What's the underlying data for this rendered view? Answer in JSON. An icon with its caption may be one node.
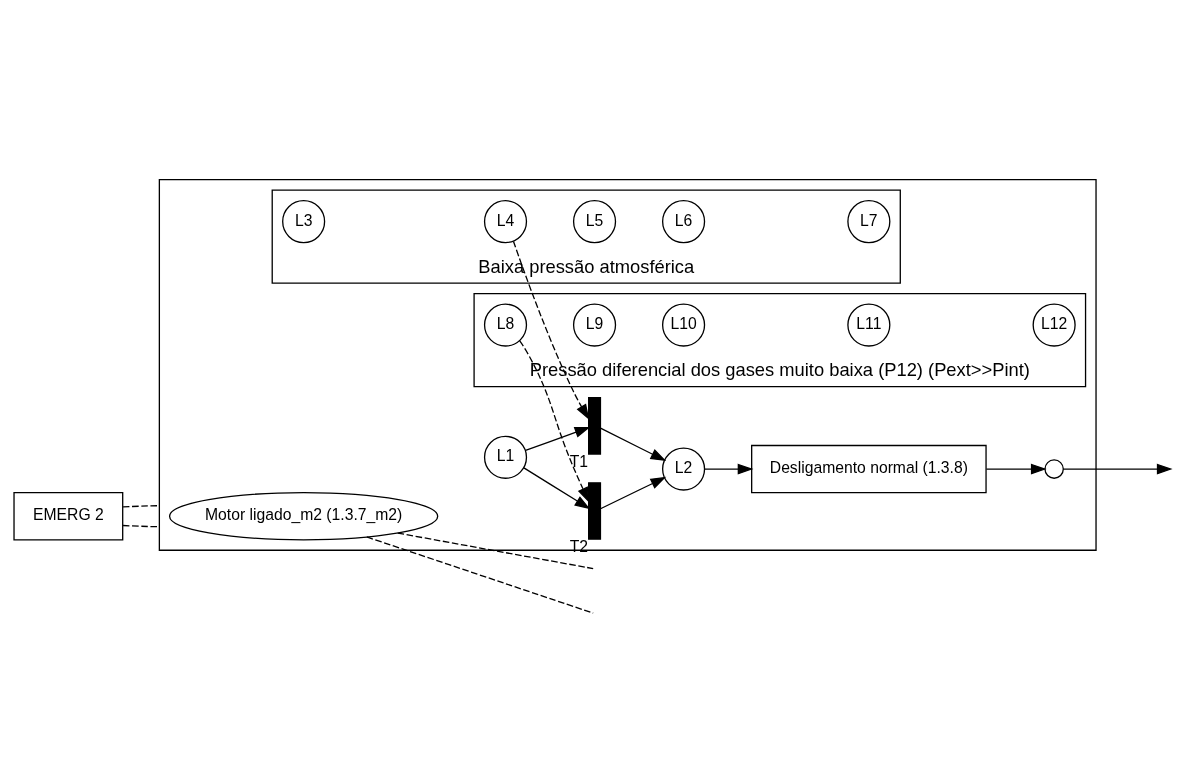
{
  "diagram": {
    "nodes": [
      {
        "text": [
          "EMERG 2"
        ]
      },
      {
        "text": [],
        "shape": "box"
      },
      {
        "text": [
          "Motor ligado_m2 (1.3.7_m2)"
        ],
        "in": 1
      },
      {
        "text": [
          "L1"
        ],
        "in": 1
      },
      {
        "text": [
          "T1"
        ],
        "in": 1
      },
      {
        "text": [
          "L2"
        ],
        "in": 1
      },
      {
        "text": [
          "T2"
        ],
        "in": 1
      },
      {
        "text": [
          "Desligamento normal (1.3.8)"
        ],
        "in": 1
      },
      {
        "text": [],
        "shape": "circle",
        "in": 1
      },
      {
        "text": [
          "Baixa pressão atmosférica"
        ],
        "in": 1
      },
      {
        "text": [
          "L3"
        ],
        "in": 9
      },
      {
        "text": [
          "L4"
        ],
        "in": 9
      },
      {
        "text": [
          "L5"
        ],
        "in": 9
      },
      {
        "text": [
          "L6"
        ],
        "in": 9
      },
      {
        "text": [
          "L7"
        ],
        "in": 9
      },
      {
        "text": [
          "Pressão diferencial dos gases muito baixa (P12) (Pext>>Pint)"
        ],
        "in": 1
      },
      {
        "text": [
          "L8"
        ],
        "in": 15
      },
      {
        "text": [
          "L9"
        ],
        "in": 15
      },
      {
        "text": [
          "L10"
        ],
        "in": 15
      },
      {
        "text": [
          "L11"
        ],
        "in": 15
      },
      {
        "text": [
          "L12"
        ],
        "in": 15
      }
    ],
    "edges": [
      {
        "from": 0,
        "to": 1,
        "arrow": "none",
        "style": "dashed"
      },
      {
        "from": 0,
        "to": 1,
        "arrow": "none",
        "style": "dashed"
      },
      {
        "from": 2,
        "to": null,
        "arrow": "none",
        "style": "dashed"
      },
      {
        "from": 2,
        "to": null,
        "arrow": "none",
        "style": "dashed"
      },
      {
        "from": 3,
        "to": 4,
        "arrow": "to"
      },
      {
        "from": 3,
        "to": 6,
        "arrow": "to"
      },
      {
        "from": 4,
        "to": 5,
        "arrow": "to"
      },
      {
        "from": 6,
        "to": 5,
        "arrow": "to"
      },
      {
        "from": 11,
        "to": 4,
        "arrow": "to",
        "style": "dashed"
      },
      {
        "from": 16,
        "to": 6,
        "arrow": "to",
        "style": "dashed"
      },
      {
        "from": 5,
        "to": 7,
        "arrow": "to"
      },
      {
        "from": 7,
        "to": 8,
        "arrow": "to"
      },
      {
        "from": 8,
        "to": null,
        "arrow": "to"
      }
    ]
  }
}
